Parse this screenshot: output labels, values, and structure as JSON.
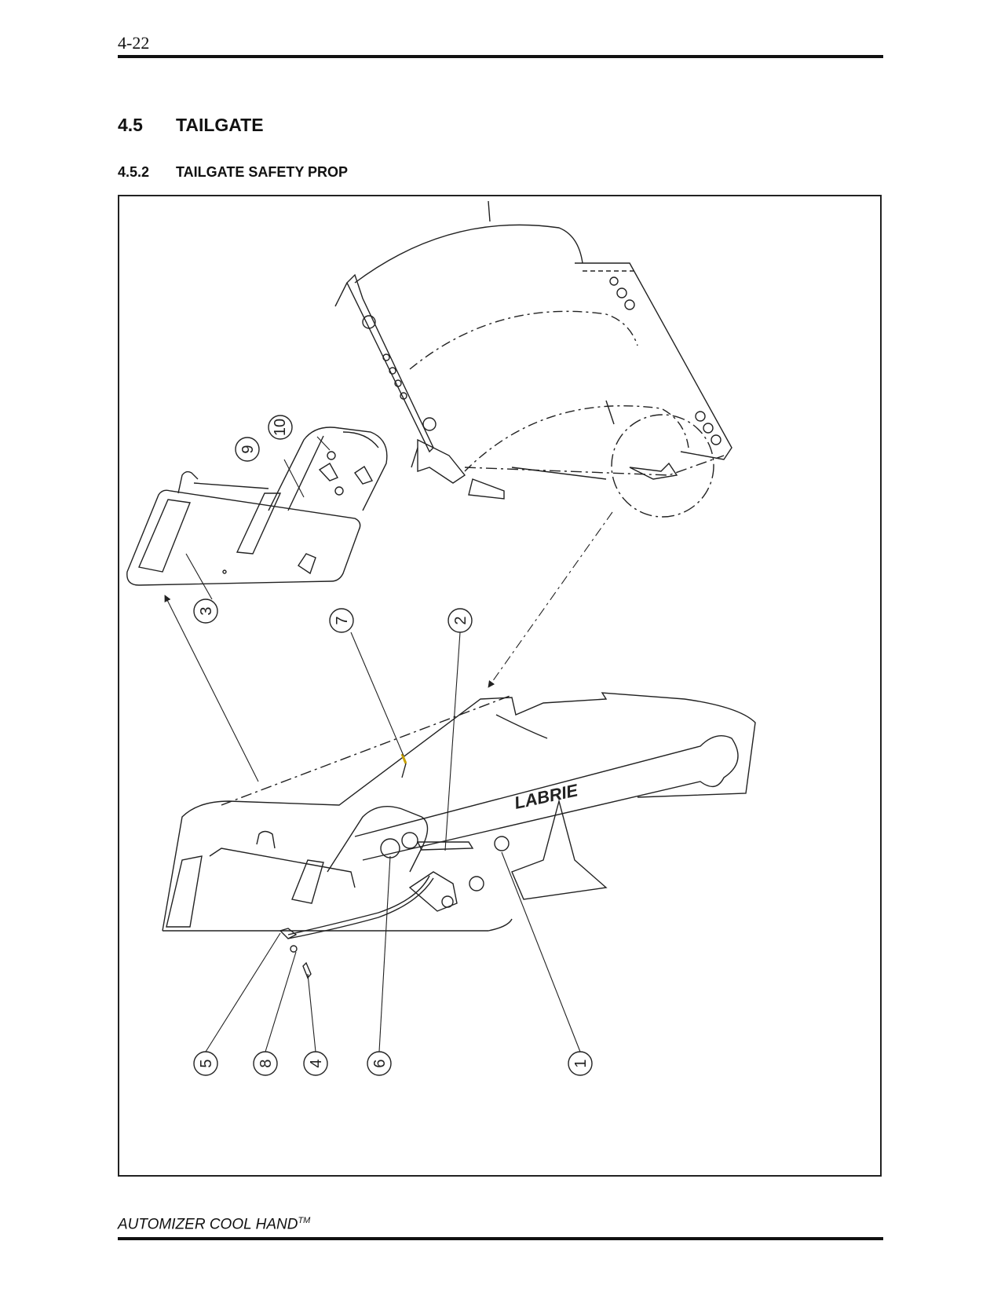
{
  "header": {
    "page_number": "4-22"
  },
  "section": {
    "number": "4.5",
    "title": "TAILGATE"
  },
  "subsection": {
    "number": "4.5.2",
    "title": "TAILGATE SAFETY PROP"
  },
  "figure": {
    "callouts": [
      "1",
      "2",
      "3",
      "4",
      "5",
      "6",
      "7",
      "8",
      "9",
      "10"
    ],
    "brand_marking": "LABRIE"
  },
  "footer": {
    "title": "AUTOMIZER COOL HAND",
    "trademark": "TM"
  }
}
